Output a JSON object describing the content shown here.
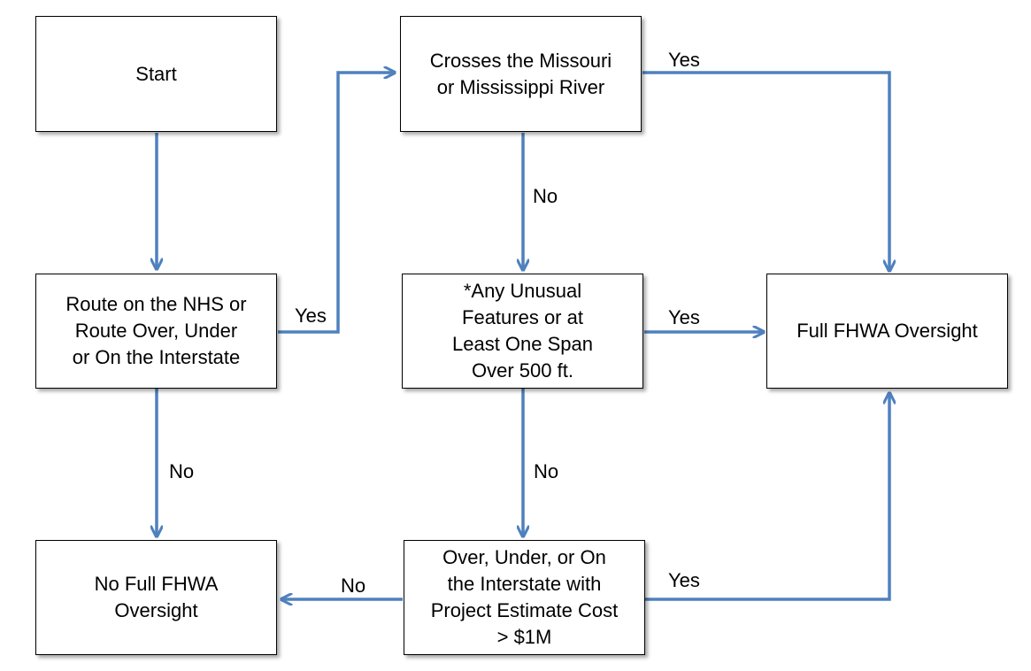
{
  "nodes": {
    "start": "Start",
    "route_nhs": "Route on the NHS or\nRoute Over, Under\nor On the Interstate",
    "crosses_river": "Crosses the Missouri\nor Mississippi River",
    "unusual_features": "*Any Unusual\nFeatures or at\nLeast One Span\nOver 500 ft.",
    "full_oversight": "Full FHWA Oversight",
    "no_full_oversight": "No Full FHWA\nOversight",
    "interstate_cost": "Over, Under, or On\nthe Interstate with\nProject Estimate Cost\n> $1M"
  },
  "edge_labels": {
    "route_to_crosses": "Yes",
    "crosses_to_full": "Yes",
    "crosses_to_unusual": "No",
    "unusual_to_full": "Yes",
    "route_to_no": "No",
    "unusual_to_cost": "No",
    "cost_to_no": "No",
    "cost_to_full": "Yes"
  },
  "colors": {
    "arrow": "#4f81bd",
    "border": "#000000"
  }
}
